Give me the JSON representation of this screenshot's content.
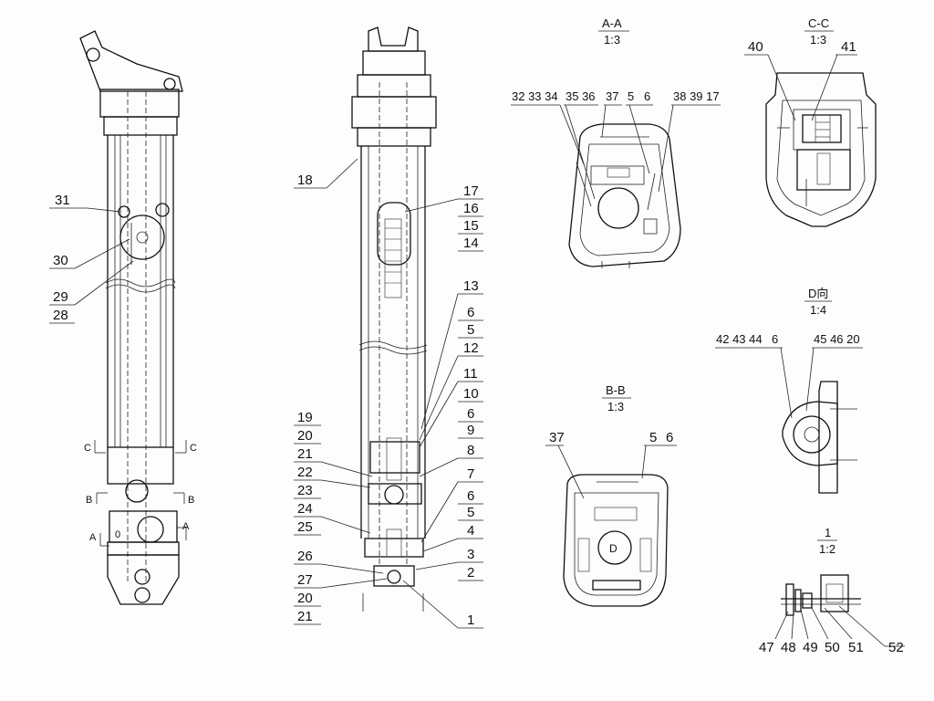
{
  "left_labels": [
    "31",
    "30",
    "29",
    "28"
  ],
  "center_left_labels": [
    "18",
    "19",
    "20",
    "21",
    "22",
    "23",
    "24",
    "25",
    "26",
    "27",
    "20",
    "21"
  ],
  "center_right_labels": [
    "17",
    "16",
    "15",
    "14",
    "13",
    "5",
    "12",
    "11",
    "10",
    "6",
    "9",
    "8",
    "7",
    "6",
    "5",
    "4",
    "3",
    "2",
    "1"
  ],
  "section_marks": {
    "c_left": "C",
    "c_right": "C",
    "b_left": "B",
    "b_right": "B",
    "a_left": "A",
    "a_right": "A",
    "zero": "0"
  },
  "view_aa": {
    "title": "A-A",
    "scale": "1:3",
    "labels": [
      "32 33 34",
      "35 36",
      "37",
      "5",
      "6",
      "38 39 17"
    ]
  },
  "view_cc": {
    "title": "C-C",
    "scale": "1:3",
    "labels": [
      "40",
      "41"
    ]
  },
  "view_d": {
    "title": "D向",
    "scale": "1:4",
    "labels": [
      "42 43 44",
      "6",
      "45 46 20"
    ]
  },
  "view_bb": {
    "title": "B-B",
    "scale": "1:3",
    "labels": [
      "37",
      "5",
      "6"
    ]
  },
  "view_d_inner": {
    "letter": "D"
  },
  "view_1": {
    "title": "1",
    "scale": "1:2",
    "labels": [
      "47",
      "48",
      "49",
      "50",
      "51",
      "52"
    ]
  }
}
